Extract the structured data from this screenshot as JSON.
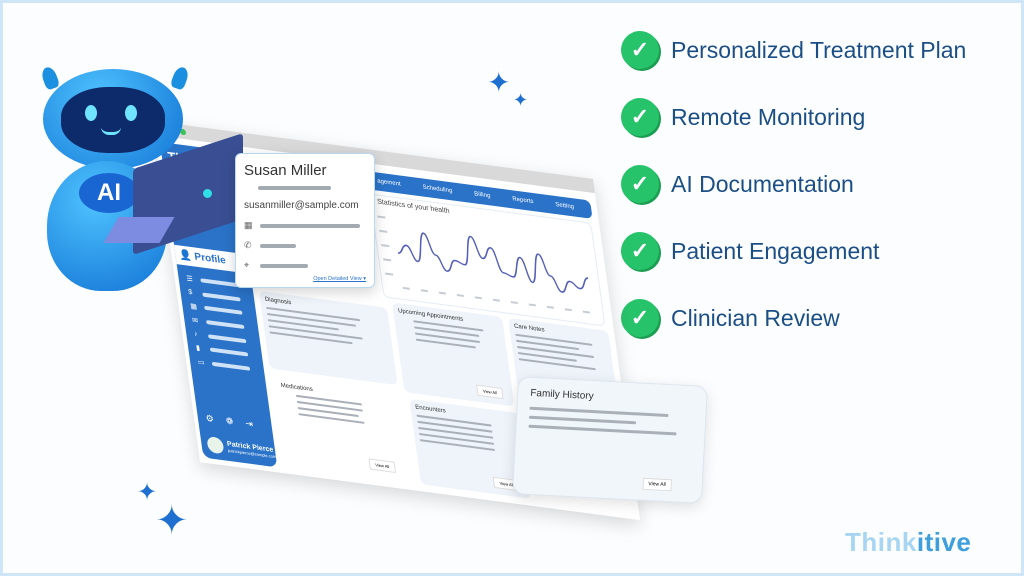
{
  "features": [
    {
      "label": "Personalized Treatment Plan",
      "icon": "check-circle-icon"
    },
    {
      "label": "Remote Monitoring",
      "icon": "check-circle-icon"
    },
    {
      "label": "AI Documentation",
      "icon": "check-circle-icon"
    },
    {
      "label": "Patient Engagement",
      "icon": "check-circle-icon"
    },
    {
      "label": "Clinician Review",
      "icon": "check-circle-icon"
    }
  ],
  "robot": {
    "badge": "AI"
  },
  "dashboard": {
    "brand": "ThinkE",
    "profile_label": "Profile",
    "nav": [
      "agement",
      "Scheduling",
      "Billing",
      "Reports",
      "Setting"
    ],
    "user": {
      "name": "Patrick Pierce",
      "email": "patrickpierce@sample.com"
    },
    "stats": {
      "title": "Statistics of your health",
      "values": [
        40,
        55,
        30,
        80,
        45,
        20,
        40,
        35,
        85,
        50,
        70,
        30,
        25,
        60,
        20,
        70,
        35,
        10,
        30,
        20,
        40
      ]
    },
    "diagnosis": "Diagnosis",
    "upcoming": "Upcoming Appointments",
    "care_notes": "Care Notes",
    "medications": "Medications",
    "encounters": "Encounters",
    "view_all": "View All"
  },
  "patient_card": {
    "name": "Susan Miller",
    "email": "susanmiller@sample.com",
    "link": "Open Detailed View ▾"
  },
  "family_history": {
    "title": "Family History",
    "view_all": "View All"
  },
  "logo": {
    "text_a": "Think",
    "text_b": "itive"
  },
  "colors": {
    "accent": "#2a73c9",
    "check": "#27c36a",
    "feature_text": "#1c4e86"
  }
}
